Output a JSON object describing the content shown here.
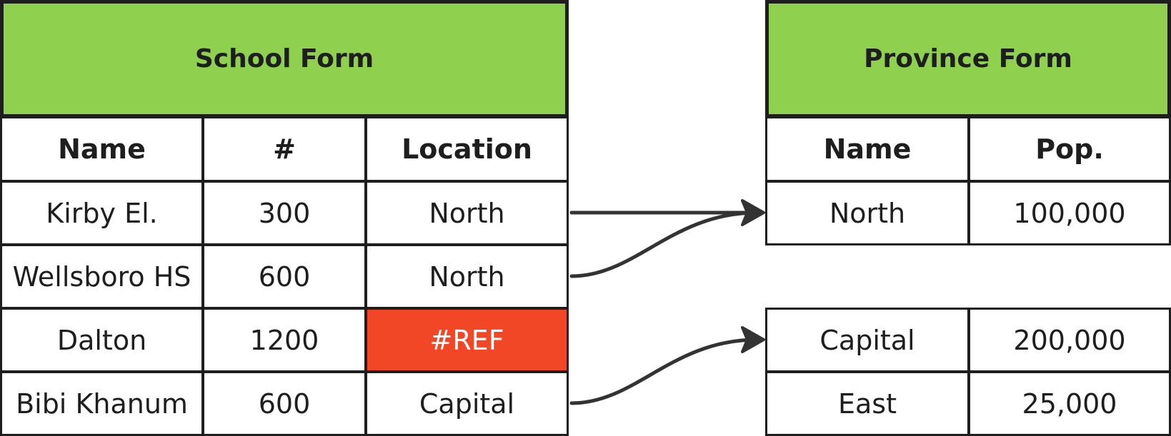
{
  "school_form": {
    "title": "School Form",
    "columns": [
      "Name",
      "#",
      "Location"
    ],
    "rows": [
      {
        "name": "Kirby El.",
        "count": "300",
        "location": "North",
        "location_status": "ok"
      },
      {
        "name": "Wellsboro HS",
        "count": "600",
        "location": "North",
        "location_status": "ok"
      },
      {
        "name": "Dalton",
        "count": "1200",
        "location": "#REF",
        "location_status": "error"
      },
      {
        "name": "Bibi Khanum",
        "count": "600",
        "location": "Capital",
        "location_status": "ok"
      }
    ]
  },
  "province_form": {
    "title": "Province Form",
    "columns": [
      "Name",
      "Pop."
    ],
    "rows": [
      {
        "name": "North",
        "pop": "100,000"
      },
      {
        "name": "Capital",
        "pop": "200,000"
      },
      {
        "name": "East",
        "pop": "25,000"
      }
    ]
  },
  "connections": [
    {
      "from": "Kirby El.",
      "to": "North"
    },
    {
      "from": "Wellsboro HS",
      "to": "North"
    },
    {
      "from": "Bibi Khanum",
      "to": "Capital"
    }
  ],
  "colors": {
    "header_green": "#8fd14f",
    "error_red": "#f24726",
    "border": "#1e1e1e",
    "arrow": "#333333"
  }
}
